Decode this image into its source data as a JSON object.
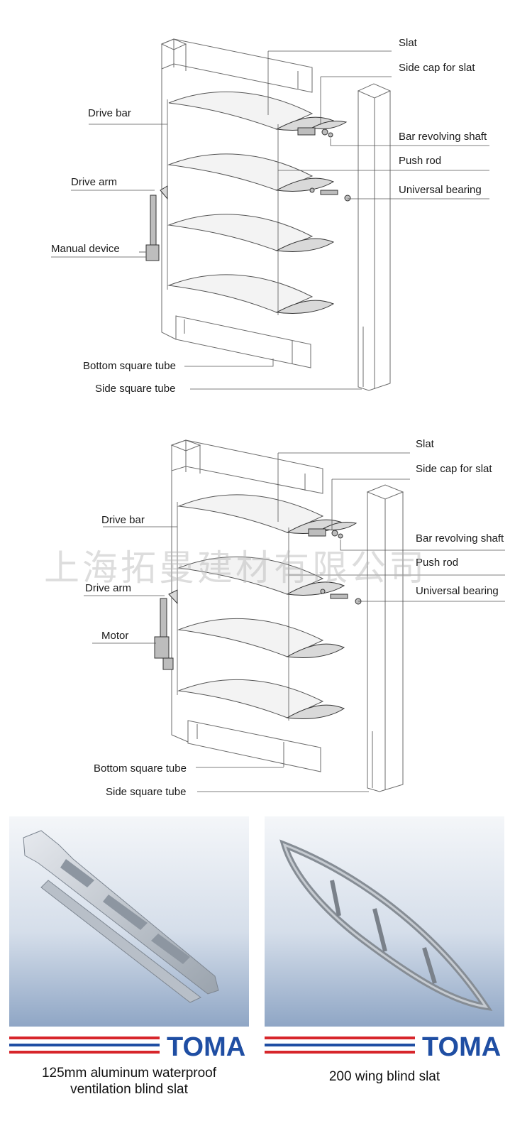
{
  "diagram_top": {
    "labels": {
      "slat": "Slat",
      "side_cap": "Side cap for slat",
      "drive_bar": "Drive bar",
      "bar_shaft": "Bar revolving shaft",
      "push_rod": "Push rod",
      "drive_arm": "Drive arm",
      "bearing": "Universal bearing",
      "manual": "Manual device",
      "bottom_tube": "Bottom square tube",
      "side_tube": "Side square tube"
    }
  },
  "diagram_bottom": {
    "labels": {
      "slat": "Slat",
      "side_cap": "Side cap for slat",
      "drive_bar": "Drive bar",
      "bar_shaft": "Bar revolving shaft",
      "push_rod": "Push rod",
      "drive_arm": "Drive arm",
      "bearing": "Universal bearing",
      "motor": "Motor",
      "bottom_tube": "Bottom square tube",
      "side_tube": "Side square tube"
    }
  },
  "watermark": "上海拓曼建材有限公司",
  "products": [
    {
      "brand": "TOMA",
      "caption_line1": "125mm aluminum waterproof",
      "caption_line2": "ventilation blind slat"
    },
    {
      "brand": "TOMA",
      "caption_line1": "200 wing blind slat"
    }
  ],
  "colors": {
    "brand_blue": "#1f4ea3",
    "brand_red": "#d7262b",
    "photo_bg": "#c7d3e2"
  }
}
